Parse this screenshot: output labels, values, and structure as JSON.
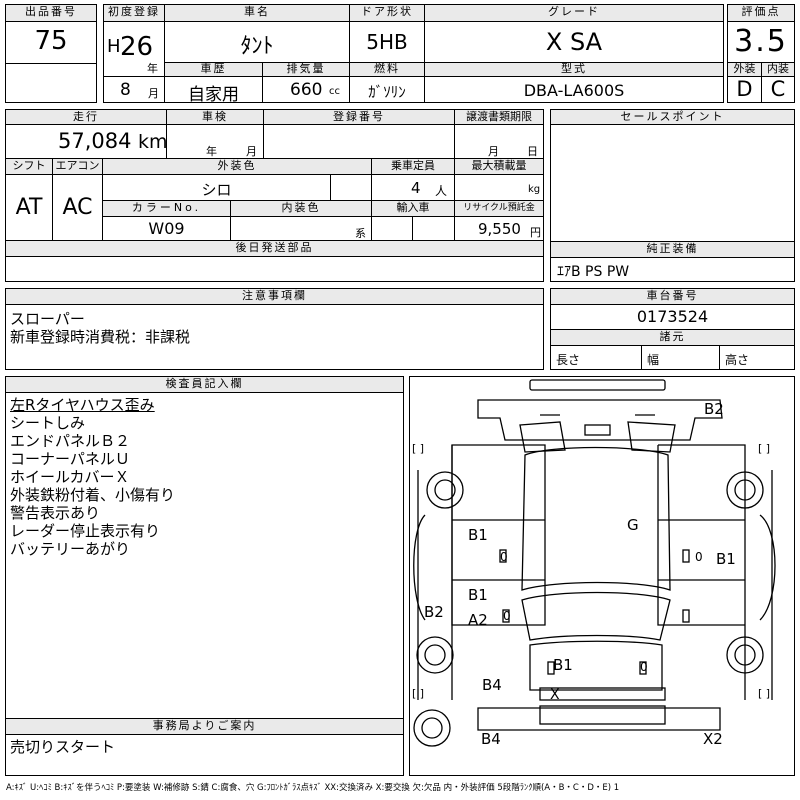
{
  "header": {
    "lot_number_label": "出品番号",
    "lot_number": "75",
    "first_reg_label": "初度登録",
    "era_prefix": "H",
    "reg_year": "26",
    "year_unit": "年",
    "reg_month": "8",
    "month_unit": "月",
    "car_name_label": "車名",
    "car_name": "ﾀﾝﾄ",
    "door_label": "ドア形状",
    "door": "5HB",
    "grade_label": "グレード",
    "grade": "X SA",
    "score_label": "評価点",
    "score": "3.5",
    "history_label": "車歴",
    "history": "自家用",
    "displacement_label": "排気量",
    "displacement": "660",
    "displacement_unit": "cc",
    "fuel_label": "燃料",
    "fuel": "ｶﾞｿﾘﾝ",
    "model_label": "型式",
    "model": "DBA-LA600S",
    "exterior_label": "外装",
    "exterior_grade": "D",
    "interior_label": "内装",
    "interior_grade": "C"
  },
  "row2": {
    "mileage_label": "走行",
    "mileage": "57,084",
    "mileage_unit": "km",
    "inspection_label": "車検",
    "inspection_year_unit": "年",
    "inspection_month_unit": "月",
    "plate_label": "登録番号",
    "transfer_label": "譲渡書類期限",
    "transfer_month_unit": "月",
    "transfer_day_unit": "日",
    "shift_label": "シフト",
    "shift": "AT",
    "ac_label": "エアコン",
    "ac": "AC",
    "ext_color_label": "外装色",
    "ext_color": "シロ",
    "capacity_label": "乗車定員",
    "capacity": "4",
    "capacity_unit": "人",
    "max_load_label": "最大積載量",
    "max_load_unit": "kg",
    "color_no_label": "カラーNo.",
    "color_no": "W09",
    "int_color_label": "内装色",
    "int_color_unit": "系",
    "import_label": "輸入車",
    "recycle_label": "リサイクル預託金",
    "recycle": "9,550",
    "recycle_unit": "円",
    "later_parts_label": "後日発送部品",
    "sales_points_label": "セールスポイント",
    "equipment_label": "純正装備",
    "equipment": "ｴｱB PS PW"
  },
  "notes": {
    "caution_label": "注意事項欄",
    "caution_lines": [
      "スローパー",
      "新車登録時消費税：非課税"
    ],
    "chassis_label": "車台番号",
    "chassis": "0173524",
    "dims_label": "諸元",
    "length_label": "長さ",
    "width_label": "幅",
    "height_label": "高さ"
  },
  "inspector": {
    "label": "検査員記入欄",
    "lines": [
      "左Rタイヤハウス歪み",
      "シートしみ",
      "エンドパネルＢ２",
      "コーナーパネルＵ",
      "ホイールカバーＸ",
      "外装鉄粉付着、小傷有り",
      "警告表示あり",
      "レーダー停止表示有り",
      "バッテリーあがり"
    ]
  },
  "office": {
    "label": "事務局よりご案内",
    "text": "売切りスタート"
  },
  "diagram": {
    "marks": {
      "top_rear": "B2",
      "left_side": "B2",
      "g_mark": "G",
      "b1_front_left": "B1",
      "zero_1": "0",
      "b1_right": "B1",
      "zero_2": "0",
      "b1_left_lower": "B1",
      "a2_left": "A2",
      "zero_3": "0",
      "b1_hood": "B1",
      "zero_4": "0",
      "b4_left": "B4",
      "x_grille": "X",
      "b4_bumper": "B4",
      "x2_bumper": "X2"
    }
  },
  "legend": "A:ｷｽﾞ U:ﾍｺﾐ B:ｷｽﾞを伴うﾍｺﾐ P:要塗装 W:補修跡 S:錆 C:腐食、穴 G:ﾌﾛﾝﾄｶﾞﾗｽ点ｷｽﾞ XX:交換済み X:要交換 欠:欠品 内・外装評価 5段階ﾗﾝｸ順(A・B・C・D・E) 1"
}
